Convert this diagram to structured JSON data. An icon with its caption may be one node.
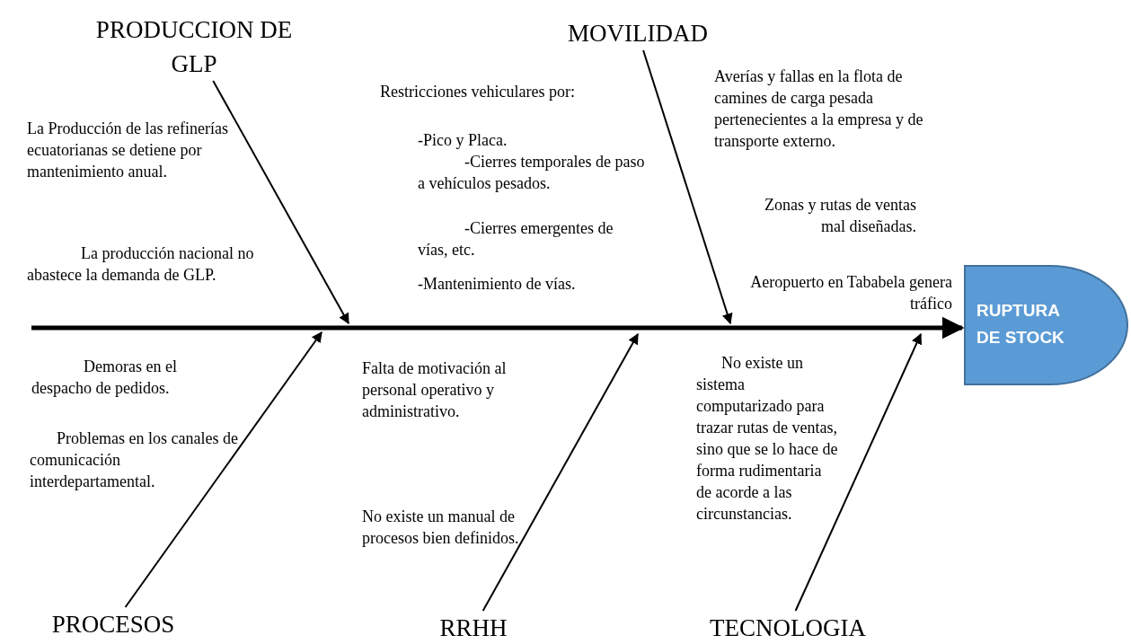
{
  "diagram": {
    "nodes": [
      {
        "text": [
          "PRODUCCION DE GLP"
        ]
      },
      {
        "text": [
          "MOVILIDAD"
        ]
      },
      {
        "text": [
          "PROCESOS"
        ]
      },
      {
        "text": [
          "RRHH"
        ]
      },
      {
        "text": [
          "TECNOLOGIA"
        ]
      },
      {
        "text": [
          "RUPTURA DE STOCK"
        ]
      }
    ],
    "edges": [
      {
        "from": null,
        "to": 5,
        "arrow": "to",
        "style": "thick"
      },
      {
        "from": 0,
        "to": null,
        "arrow": "to"
      },
      {
        "from": 1,
        "to": null,
        "arrow": "to"
      },
      {
        "from": 2,
        "to": null,
        "arrow": "to"
      },
      {
        "from": 3,
        "to": null,
        "arrow": "to"
      },
      {
        "from": 4,
        "to": null,
        "arrow": "to"
      }
    ],
    "labels": [
      "La Producción de las refinerías ecuatorianas se detiene por mantenimiento anual.",
      "La producción nacional no abastece la demanda de GLP.",
      "Restricciones vehiculares por:",
      "-Pico y Placa.",
      "-Cierres temporales de paso a vehículos pesados.",
      "-Cierres emergentes de vías, etc.",
      "-Mantenimiento de vías.",
      "Averías y fallas en la flota de camines de carga pesada pertenecientes a la empresa y de transporte externo.",
      "Zonas y rutas de ventas mal diseñadas.",
      "Aeropuerto en Tababela genera tráfico",
      "Demoras en el despacho de pedidos.",
      "Falta de motivación al personal operativo y administrativo.",
      "No existe un sistema computarizado para trazar rutas de ventas, sino que se lo hace de forma rudimentaria de acorde a las circunstancias.",
      "Problemas en los canales de comunicación interdepartamental.",
      "No existe un manual de procesos bien definidos."
    ]
  }
}
